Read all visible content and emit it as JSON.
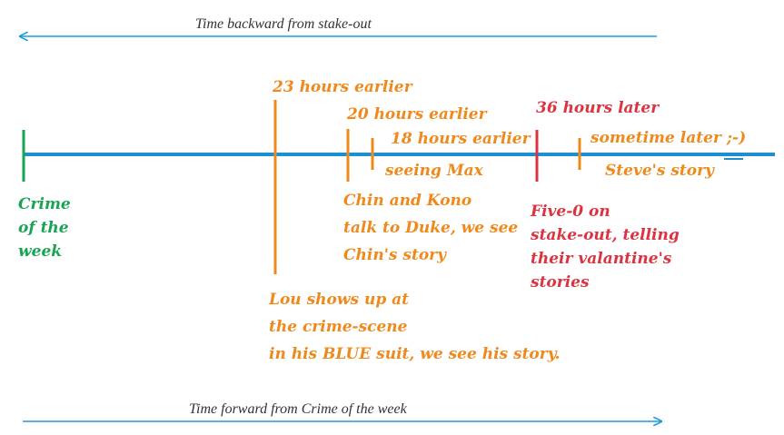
{
  "colors": {
    "axis": "#1b8fd1",
    "crime": "#18a553",
    "past": "#f0891c",
    "future": "#dd3340",
    "arrow": "#1b9bd8"
  },
  "top_arrow": {
    "label": "Time backward from stake-out",
    "direction": "left"
  },
  "bottom_arrow": {
    "label": "Time forward from Crime of the week",
    "direction": "right"
  },
  "crime": {
    "lines": [
      "Crime",
      "of the",
      "week"
    ]
  },
  "events": [
    {
      "above": "23 hours earlier",
      "below": [
        "Lou shows up at",
        "the crime-scene",
        "in his BLUE suit, we see his story."
      ]
    },
    {
      "above": "20 hours earlier",
      "below": [
        "Chin and Kono",
        "talk to Duke, we see",
        "Chin's story"
      ]
    },
    {
      "above": "18 hours earlier",
      "below": [
        "seeing Max"
      ]
    },
    {
      "above": "36 hours later",
      "below": [
        "Five-0 on",
        "stake-out, telling",
        "their valantine's",
        "stories"
      ]
    },
    {
      "above": "sometime later ;-)",
      "below": [
        "Steve's story"
      ]
    }
  ]
}
